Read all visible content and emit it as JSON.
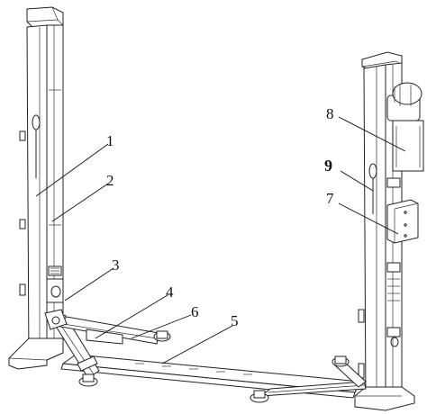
{
  "diagram": {
    "labels": [
      {
        "id": "1",
        "text": "1"
      },
      {
        "id": "2",
        "text": "2"
      },
      {
        "id": "3",
        "text": "3"
      },
      {
        "id": "4",
        "text": "4"
      },
      {
        "id": "5",
        "text": "5"
      },
      {
        "id": "6",
        "text": "6"
      },
      {
        "id": "7",
        "text": "7"
      },
      {
        "id": "8",
        "text": "8"
      },
      {
        "id": "9",
        "text": "9"
      }
    ]
  }
}
